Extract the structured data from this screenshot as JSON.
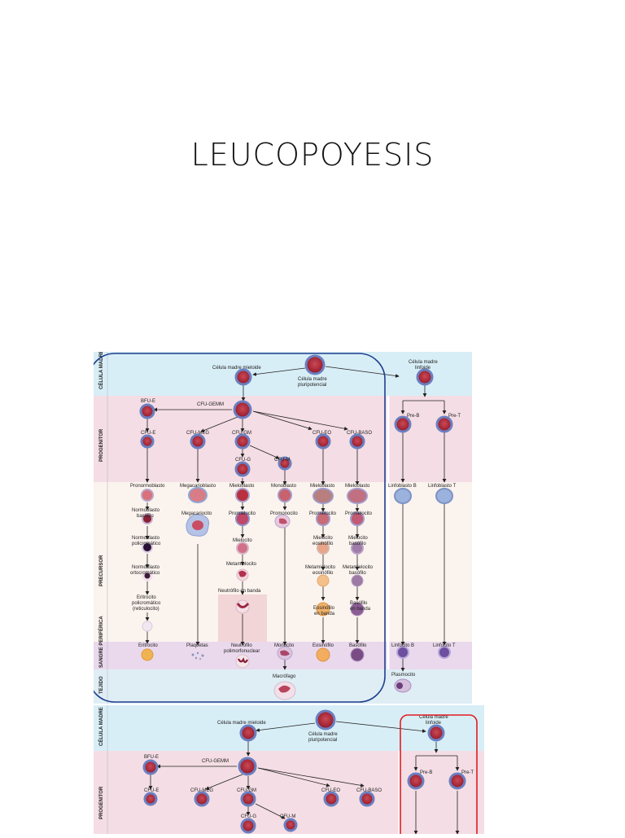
{
  "title": "LEUCOPOYESIS",
  "colors": {
    "band_madre": "#d8eef6",
    "band_progenitor": "#f4dde4",
    "band_precursor": "#fbf3ee",
    "band_sangre": "#ead8ec",
    "band_tejido": "#dfeef5",
    "cell": "#b9303f",
    "myeloid_outline": "#1f3f8f",
    "lymphoid_outline": "#e21b23"
  },
  "bands": {
    "madre": "CÉLULA MADRE",
    "progenitor": "PROGENITOR",
    "precursor": "PRECURSOR",
    "sangre": "SANGRE PERIFÉRICA",
    "tejido": "TEJIDO"
  },
  "top": {
    "madre_mieloide": "Célula madre mieloide",
    "madre_pluripotencial_1": "Célula madre",
    "madre_pluripotencial_2": "pluripotencial",
    "madre_linfoide_1": "Célula madre",
    "madre_linfoide_2": "linfoide",
    "bfu_e": "BFU-E",
    "cfu_gemm": "CFU-GEMM",
    "cfu_e": "CFU-E",
    "cfu_meg": "CFU-MEG",
    "cfu_gm": "CFU-GM",
    "cfu_eo": "CFU-EO",
    "cfu_baso": "CFU-BASO",
    "cfu_g": "CFU-G",
    "cfu_m": "CFU-M",
    "pre_b": "Pre-B",
    "pre_t": "Pre-T",
    "pronormoblasto": "Pronormoblasto",
    "megacarioblasto": "Megacarioblasto",
    "mieloblasto_1": "Mieloblasto",
    "monoblasto": "Monoblasto",
    "mieloblasto_2": "Mieloblasto",
    "mieloblasto_3": "Mieloblasto",
    "linfoblasto_b": "Linfoblasto B",
    "linfoblasto_t": "Linfoblasto T",
    "normoblasto_basofilo_1": "Normoblasto",
    "normoblasto_basofilo_2": "basófilo",
    "megacariocito": "Megacariocito",
    "promielocito_1": "Promielocito",
    "promonocito": "Promonocito",
    "promielocito_2": "Promielocito",
    "promielocito_3": "Promielocito",
    "normoblasto_poli_1": "Normoblasto",
    "normoblasto_poli_2": "policromático",
    "mielocito": "Mielocito",
    "mielocito_eos_1": "Mielocito",
    "mielocito_eos_2": "eosinófilo",
    "mielocito_bas_1": "Mielocito",
    "mielocito_bas_2": "basófilo",
    "normoblasto_orto_1": "Normoblasto",
    "normoblasto_orto_2": "ortocromático",
    "metamielocito": "Metamielocito",
    "metamielocito_eos_1": "Metamielocito",
    "metamielocito_eos_2": "eosinófilo",
    "metamielocito_bas_1": "Metamielocito",
    "metamielocito_bas_2": "basófilo",
    "eritrocito_poli_1": "Eritrocito",
    "eritrocito_poli_2": "policromático",
    "eritrocito_poli_3": "(reticulocito)",
    "neutrofilo_banda": "Neutrófilo en banda",
    "eosinofilo_banda_1": "Eosinófilo",
    "eosinofilo_banda_2": "en banda",
    "basofilo_banda_1": "Basófilo",
    "basofilo_banda_2": "en banda",
    "eritrocito": "Eritrocito",
    "plaquetas": "Plaquetas",
    "neutrofilo_1": "Neutrófilo",
    "neutrofilo_2": "polimorfonuclear",
    "monocito": "Monocito",
    "eosinofilo": "Eosinófilo",
    "basofilo": "Basófilo",
    "linfocito_b": "Linfocito B",
    "linfocito_t": "Linfocito T",
    "macrofago": "Macrófago",
    "plasmocito": "Plasmocito"
  },
  "bottom": {
    "madre_mieloide": "Célula madre mieloide",
    "madre_pluripotencial_1": "Célula madre",
    "madre_pluripotencial_2": "pluripotencial",
    "madre_linfoide_1": "Célula madre",
    "madre_linfoide_2": "linfoide",
    "bfu_e": "BFU-E",
    "cfu_gemm": "CFU-GEMM",
    "cfu_e": "CFU-E",
    "cfu_meg": "CFU-MEG",
    "cfu_gm": "CFU-GM",
    "cfu_eo": "CFU-EO",
    "cfu_baso": "CFU-BASO",
    "cfu_g": "CFU-G",
    "cfu_m": "CFU-M",
    "pre_b": "Pre-B",
    "pre_t": "Pre-T"
  }
}
